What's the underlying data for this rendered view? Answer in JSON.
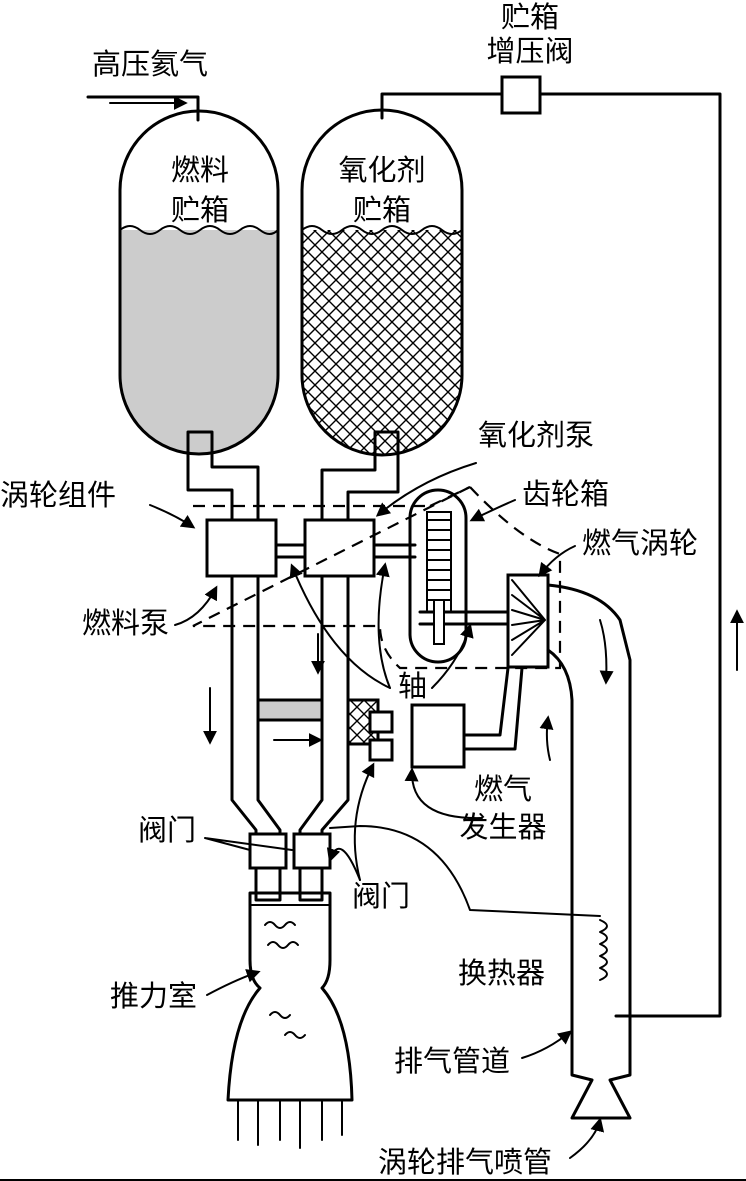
{
  "labels": {
    "high_pressure_helium": "高压氦气",
    "tank_pressure_valve": "贮箱\n增压阀",
    "fuel_tank": "燃料\n贮箱",
    "oxidizer_tank": "氧化剂\n贮箱",
    "oxidizer_pump": "氧化剂泵",
    "gearbox": "齿轮箱",
    "turbine_assembly": "涡轮组件",
    "gas_turbine": "燃气涡轮",
    "fuel_pump": "燃料泵",
    "shaft": "轴",
    "gas_generator": "燃气\n发生器",
    "valves_left": "阀门",
    "valves_right": "阀门",
    "heat_exchanger": "换热器",
    "thrust_chamber": "推力室",
    "exhaust_duct": "排气管道",
    "turbine_exhaust_nozzle": "涡轮排气喷管"
  },
  "colors": {
    "fuel_fill": "#cccccc",
    "line": "#000000",
    "background": "#ffffff"
  }
}
